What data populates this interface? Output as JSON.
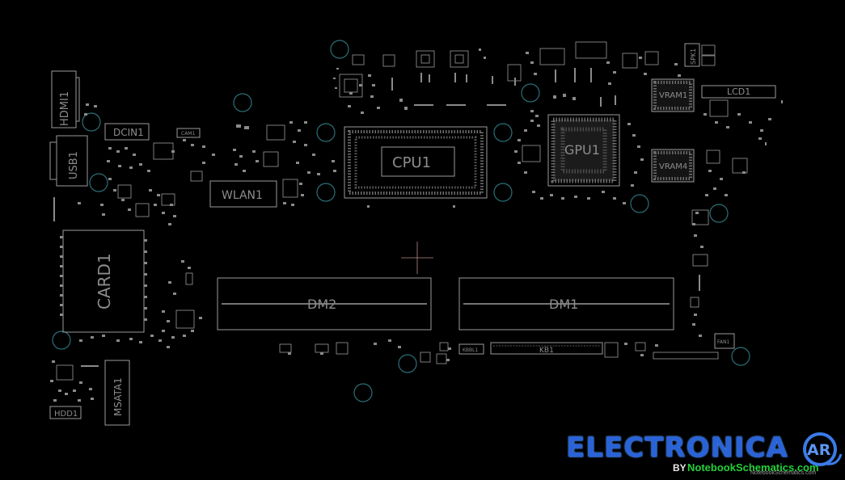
{
  "components": {
    "hdmi": "HDMI1",
    "usb": "USB1",
    "dcin": "DCIN1",
    "cam": "CAM1",
    "wlan": "WLAN1",
    "cpu": "CPU1",
    "gpu": "GPU1",
    "vram1": "VRAM1",
    "vram4": "VRAM4",
    "lcd": "LCD1",
    "spk": "SPK1",
    "card": "CARD1",
    "dm2": "DM2",
    "dm1": "DM1",
    "kb": "KB1",
    "kbl": "KBBL1",
    "fan": "FAN1",
    "msata": "MSATA1",
    "hdd": "HDD1"
  },
  "branding": {
    "title": "ELECTRONICA",
    "logo_letters": "AR",
    "by": "BY",
    "site": "NotebookSchematics.com",
    "site_small": "NotebookSchematics.com"
  },
  "colors": {
    "background": "#000000",
    "outline": "#9a9a9a",
    "hole": "#2b6f78",
    "brand_blue": "#2a63d8",
    "brand_green": "#22d13a"
  }
}
